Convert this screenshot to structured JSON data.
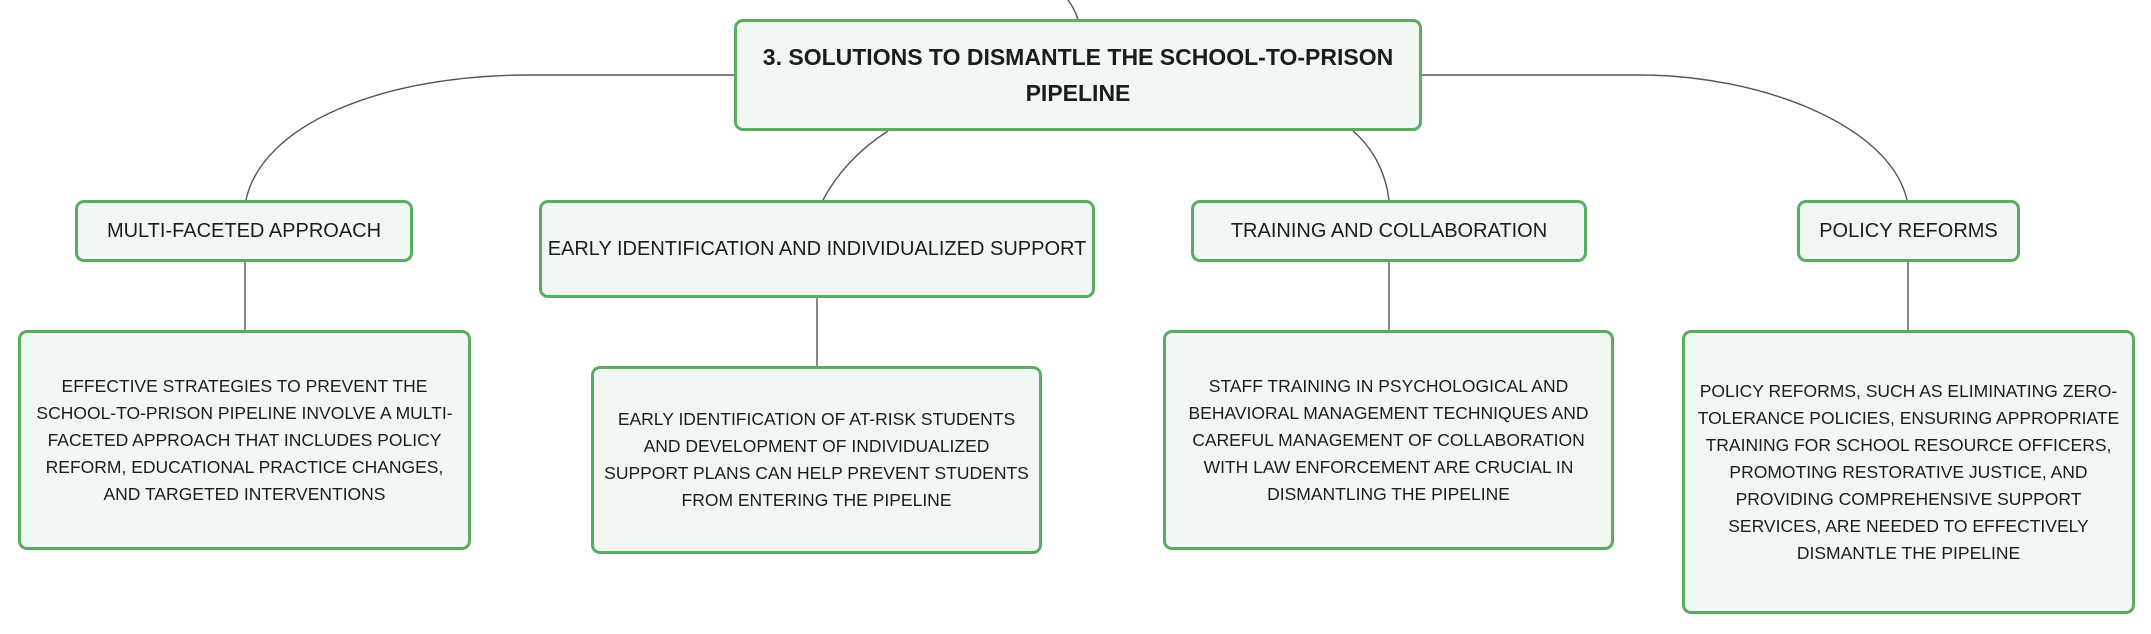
{
  "root": {
    "title": "3. SOLUTIONS TO DISMANTLE THE SCHOOL-TO-PRISON PIPELINE"
  },
  "topics": [
    {
      "label": "MULTI-FACETED APPROACH",
      "detail": "EFFECTIVE STRATEGIES TO PREVENT THE SCHOOL-TO-PRISON PIPELINE INVOLVE A MULTI-FACETED APPROACH THAT INCLUDES POLICY REFORM, EDUCATIONAL PRACTICE CHANGES, AND TARGETED INTERVENTIONS"
    },
    {
      "label": "EARLY IDENTIFICATION AND INDIVIDUALIZED SUPPORT",
      "detail": "EARLY IDENTIFICATION OF AT-RISK STUDENTS AND DEVELOPMENT OF INDIVIDUALIZED SUPPORT PLANS CAN HELP PREVENT STUDENTS FROM ENTERING THE PIPELINE"
    },
    {
      "label": "TRAINING AND COLLABORATION",
      "detail": "STAFF TRAINING IN PSYCHOLOGICAL AND BEHAVIORAL MANAGEMENT TECHNIQUES AND CAREFUL MANAGEMENT OF COLLABORATION WITH LAW ENFORCEMENT ARE CRUCIAL IN DISMANTLING THE PIPELINE"
    },
    {
      "label": "POLICY REFORMS",
      "detail": "POLICY REFORMS, SUCH AS ELIMINATING ZERO-TOLERANCE POLICIES, ENSURING APPROPRIATE TRAINING FOR SCHOOL RESOURCE OFFICERS, PROMOTING RESTORATIVE JUSTICE, AND PROVIDING COMPREHENSIVE SUPPORT SERVICES, ARE NEEDED TO EFFECTIVELY DISMANTLE THE PIPELINE"
    }
  ],
  "colors": {
    "border": "#5aac63",
    "fill": "#f1f8f3",
    "connector": "#555555"
  }
}
